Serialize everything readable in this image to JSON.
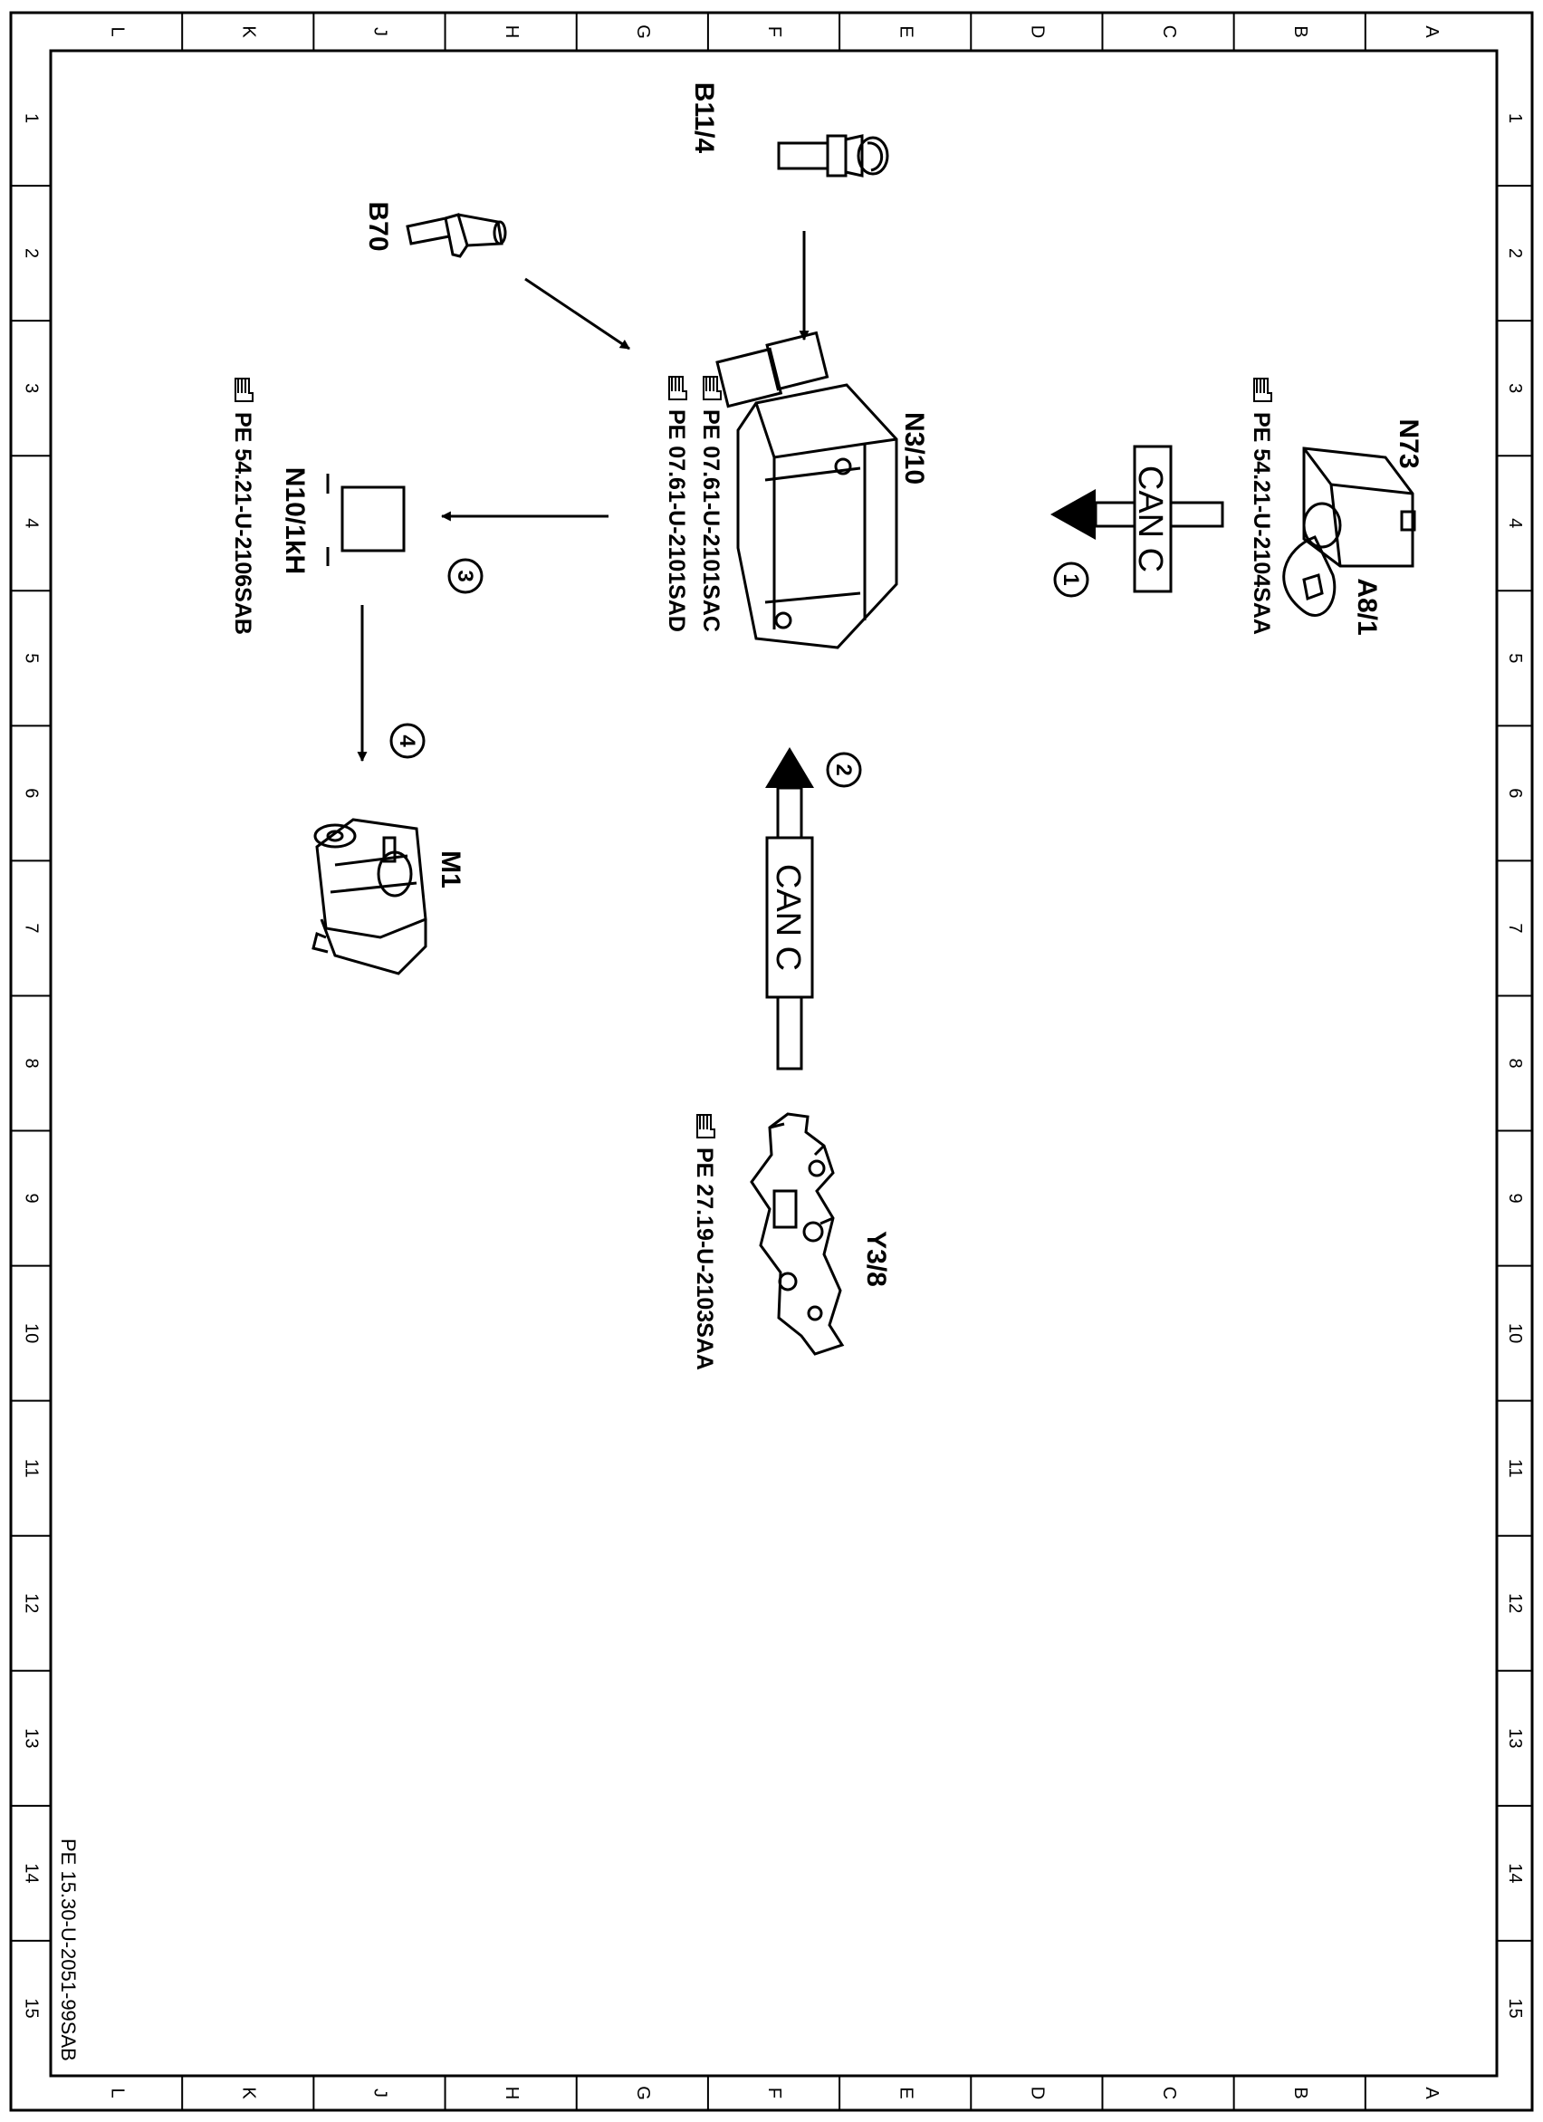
{
  "frame": {
    "column_letters": [
      "L",
      "K",
      "J",
      "H",
      "G",
      "F",
      "E",
      "D",
      "C",
      "B",
      "A"
    ],
    "row_numbers": [
      "1",
      "2",
      "3",
      "4",
      "5",
      "6",
      "7",
      "8",
      "9",
      "10",
      "11",
      "12",
      "13",
      "14",
      "15"
    ]
  },
  "components": {
    "b11_4": {
      "label": "B11/4"
    },
    "b70": {
      "label": "B70"
    },
    "n3_10": {
      "label": "N3/10",
      "refs": [
        "PE 07.61-U-2101SAC",
        "PE 07.61-U-2101SAD"
      ]
    },
    "n73": {
      "label": "N73",
      "ref": "PE 54.21-U-2104SAA"
    },
    "a8_1": {
      "label": "A8/1"
    },
    "n10_1kh": {
      "label": "N10/1kH",
      "ref": "PE 54.21-U-2106SAB"
    },
    "m1": {
      "label": "M1"
    },
    "y3_8": {
      "label": "Y3/8",
      "ref": "PE 27.19-U-2103SAA"
    }
  },
  "connections": {
    "can_1": {
      "bus": "CAN C",
      "step": "1"
    },
    "can_2": {
      "bus": "CAN C",
      "step": "2"
    },
    "step_3": "3",
    "step_4": "4"
  },
  "document_code": "PE 15.30-U-2051-99SAB"
}
